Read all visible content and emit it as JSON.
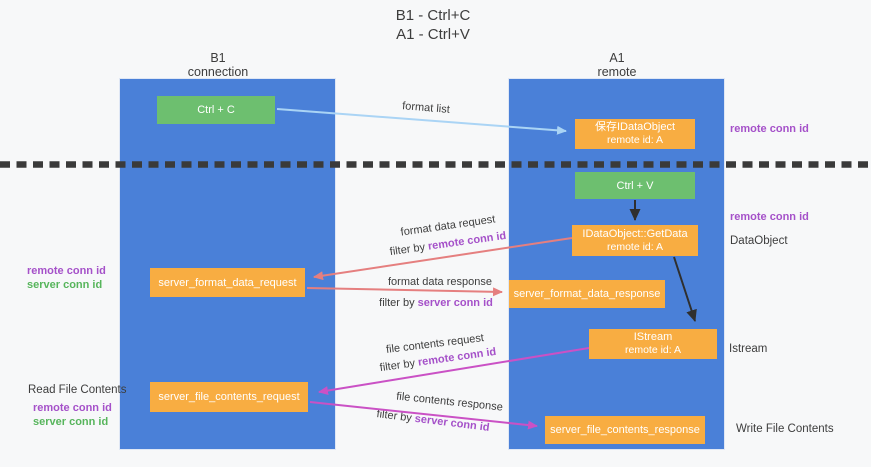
{
  "title": {
    "line1": "B1 - Ctrl+C",
    "line2": "A1 - Ctrl+V"
  },
  "lanes": {
    "left": {
      "name": "B1",
      "role": "connection"
    },
    "right": {
      "name": "A1",
      "role": "remote"
    }
  },
  "nodes": {
    "ctrl_c": {
      "label": "Ctrl + C"
    },
    "saved_dataobject": {
      "line1": "保存IDataObject",
      "line2": "remote id: A"
    },
    "ctrl_v": {
      "label": "Ctrl + V"
    },
    "getdata": {
      "line1": "IDataObject::GetData",
      "line2": "remote id: A"
    },
    "format_request": {
      "label": "server_format_data_request"
    },
    "format_response": {
      "label": "server_format_data_response"
    },
    "istream": {
      "line1": "IStream",
      "line2": "remote id: A"
    },
    "file_request": {
      "label": "server_file_contents_request"
    },
    "file_response": {
      "label": "server_file_contents_response"
    }
  },
  "flow_labels": {
    "format_list": "format list",
    "format_data_request": "format data request",
    "format_data_request_filter_prefix": "filter by ",
    "format_data_request_filter_key": "remote conn id",
    "format_data_response": "format data response",
    "format_data_response_filter_prefix": "filter by ",
    "format_data_response_filter_key": "server conn id",
    "file_contents_request": "file contents request",
    "file_contents_request_filter_prefix": "filter by ",
    "file_contents_request_filter_key": "remote conn id",
    "file_contents_response": "file contents response",
    "file_contents_response_filter_prefix": "filter by ",
    "file_contents_response_filter_key": "server conn id"
  },
  "side_labels": {
    "right_remote_conn_id_top": "remote conn id",
    "right_remote_conn_id_mid": "remote conn id",
    "dataobject": "DataObject",
    "istream": "Istream",
    "write_file_contents": "Write File Contents",
    "left_remote_conn_id_mid": "remote conn id",
    "left_server_conn_id_mid": "server conn id",
    "read_file_contents": "Read File Contents",
    "left_remote_conn_id_bottom": "remote conn id",
    "left_server_conn_id_bottom": "server conn id"
  },
  "colors": {
    "lane_blue": "#4a80d8",
    "box_green": "#6dbf6f",
    "box_orange": "#f8ad42",
    "purple_text": "#a551c9",
    "green_text": "#57b55c",
    "salmon_arrow": "#e57f7f",
    "magenta_arrow": "#ca51c5",
    "light_blue_arrow": "#aad4f5",
    "black_arrow": "#2f2f2f"
  }
}
